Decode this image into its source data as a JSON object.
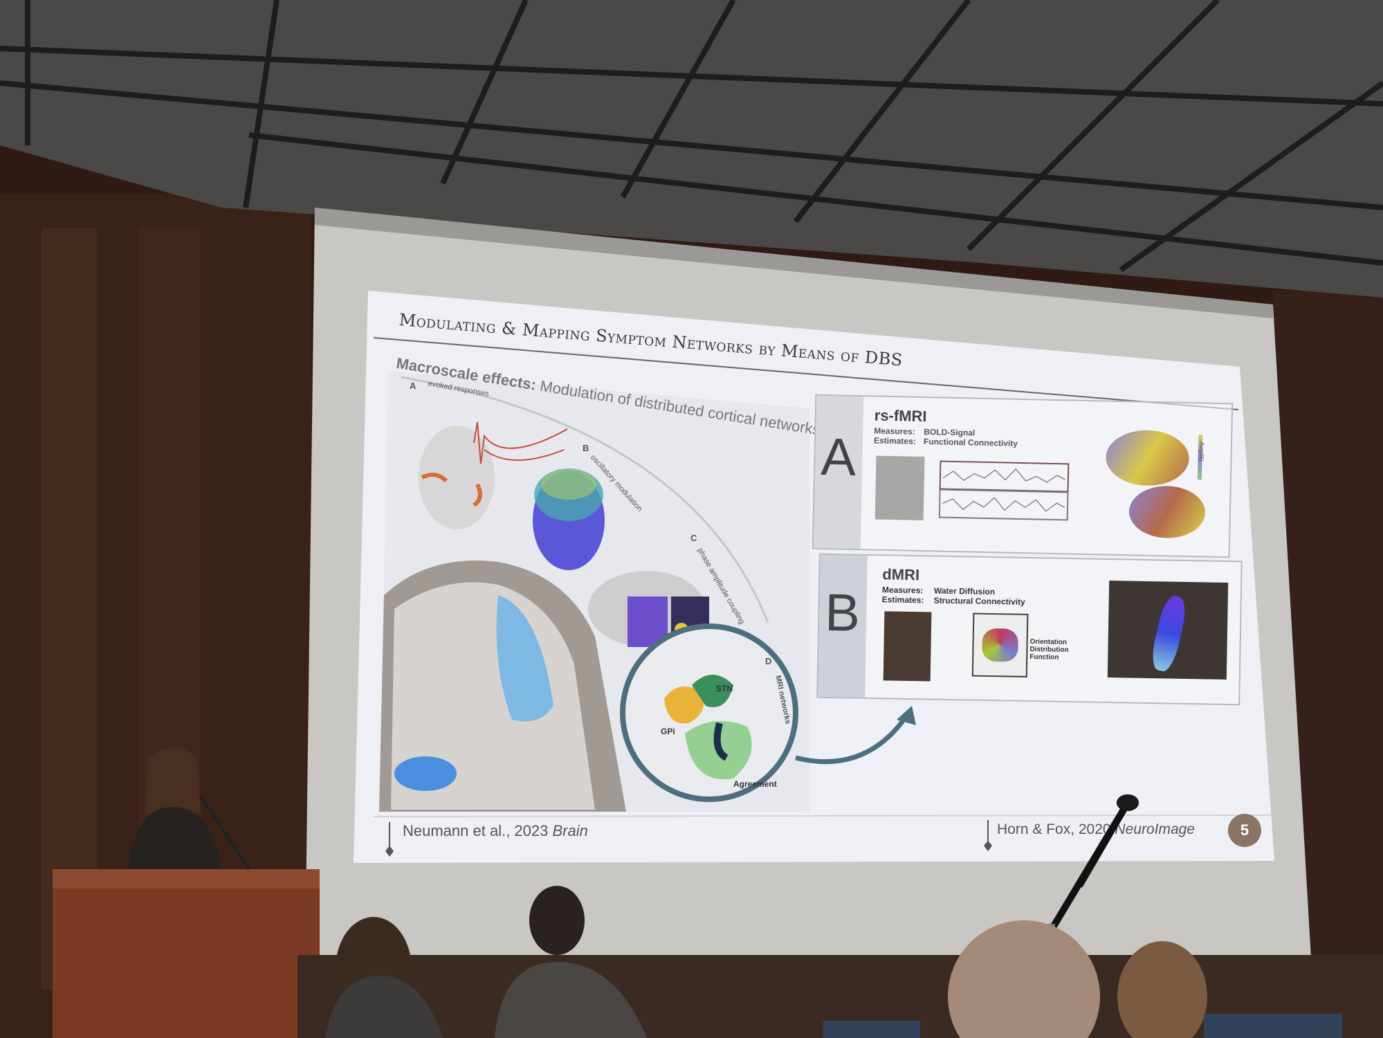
{
  "slide": {
    "title": "Modulating & Mapping Symptom Networks by Means of DBS",
    "left_figure": {
      "heading_bold": "Macroscale effects:",
      "heading_rest": " Modulation of distributed cortical networks",
      "panels": [
        {
          "letter": "A",
          "label": "evoked responses"
        },
        {
          "letter": "B",
          "label": "oscillatory modulation"
        },
        {
          "letter": "C",
          "label": "phase amplitude coupling"
        },
        {
          "letter": "D",
          "label": "MRI networks"
        }
      ],
      "circle_labels": [
        "STN",
        "GPi",
        "Agreement"
      ]
    },
    "right_panels": [
      {
        "letter": "A",
        "modality": "rs-fMRI",
        "measures_label": "Measures:",
        "measures_value": "BOLD-Signal",
        "estimates_label": "Estimates:",
        "estimates_value": "Functional Connectivity",
        "colorbar_label": "Avg(R)"
      },
      {
        "letter": "B",
        "modality": "dMRI",
        "measures_label": "Measures:",
        "measures_value": "Water Diffusion",
        "estimates_label": "Estimates:",
        "estimates_value": "Structural Connectivity",
        "odf_label_1": "Orientation",
        "odf_label_2": "Distribution",
        "odf_label_3": "Function"
      }
    ],
    "footer": {
      "left_citation_authors": "Neumann et al., 2023 ",
      "left_citation_journal": "Brain",
      "right_citation_authors": "Horn & Fox, 2020 ",
      "right_citation_journal": "NeuroImage",
      "page_number": "5"
    }
  },
  "colors": {
    "ceiling": "#4a4846",
    "wall": "#3a2218",
    "screen": "#c9c8c4",
    "slide_bg": "#eef0f5",
    "podium": "#7c3a24",
    "accent_teal": "#4d6f7d",
    "badge": "#8a7466"
  }
}
